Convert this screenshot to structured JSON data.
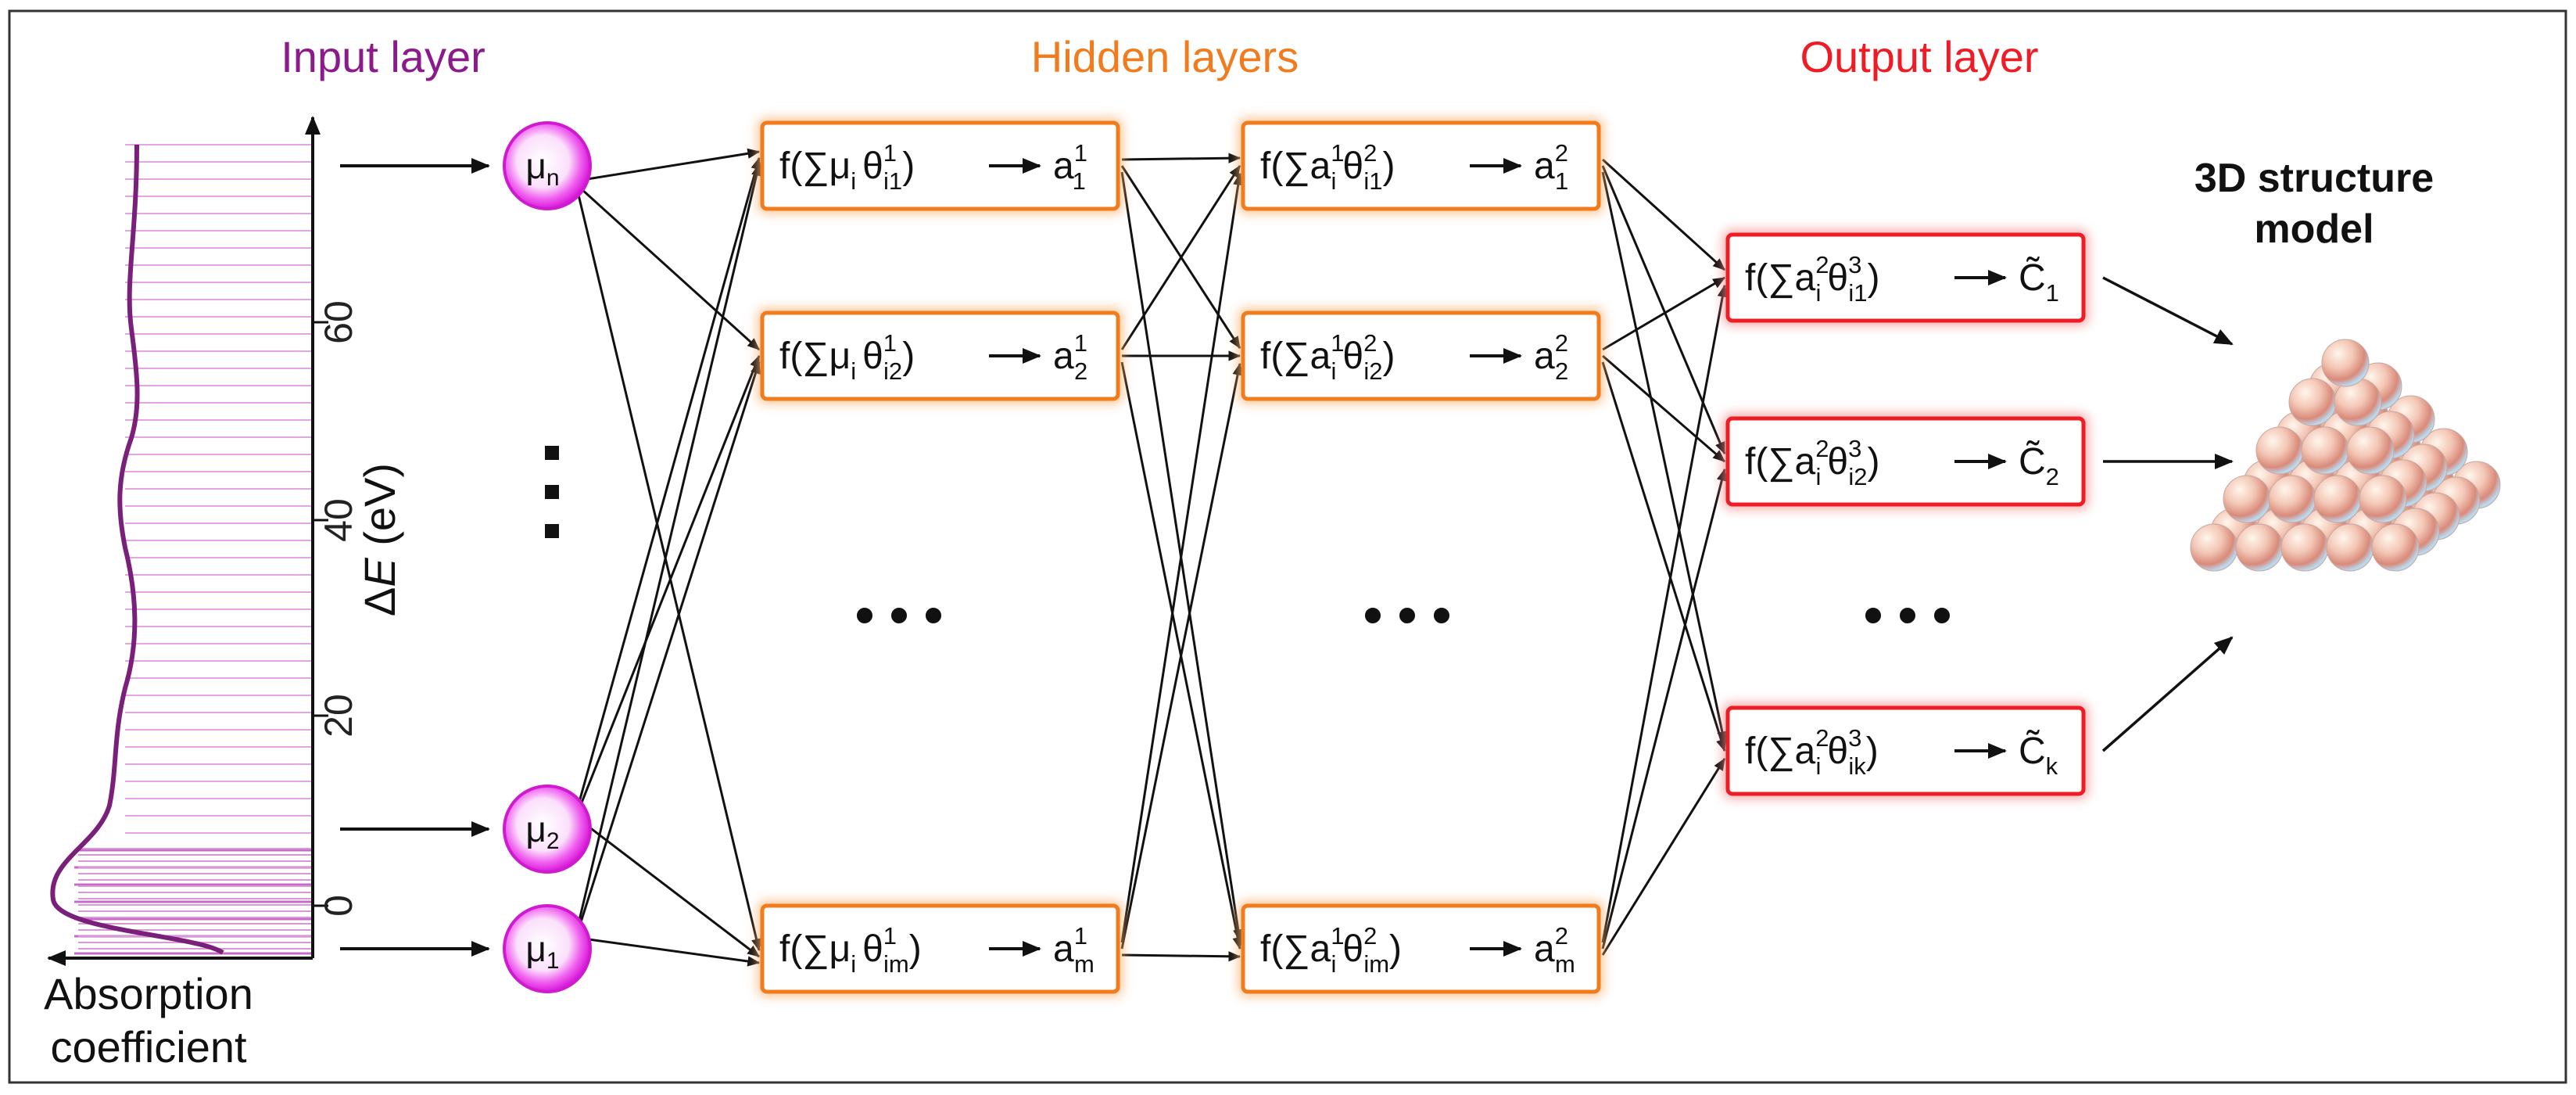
{
  "sections": {
    "input_title": "Input layer",
    "hidden_title": "Hidden layers",
    "output_title": "Output layer",
    "model_title_line1": "3D structure",
    "model_title_line2": "model"
  },
  "colors": {
    "input": "#8b1a8b",
    "hidden": "#f07c1e",
    "output": "#ee1c25",
    "node_fill": "#ee30ee",
    "spectrum": "#7a1f7a",
    "spectrum_lines": "#d98fd9"
  },
  "spectrum_axis": {
    "xlabel": "Absorption coefficient",
    "xlabel_line1": "Absorption",
    "xlabel_line2": "coefficient",
    "ylabel": "ΔE (eV)",
    "ylabel_delta": "Δ",
    "ylabel_var": "E",
    "ylabel_unit": " (eV)",
    "ticks": [
      "0",
      "20",
      "40",
      "60"
    ]
  },
  "input_nodes": [
    {
      "base": "μ",
      "sub": "n"
    },
    {
      "base": "μ",
      "sub": "2"
    },
    {
      "base": "μ",
      "sub": "1"
    }
  ],
  "ellipsis": "• • •",
  "hidden_layer_1": [
    {
      "pre": "f(∑μ",
      "i": "i",
      "theta": "θ",
      "sup": "1",
      "sub": "i1",
      "close": ")",
      "out": "a",
      "out_sup": "1",
      "out_sub": "1"
    },
    {
      "pre": "f(∑μ",
      "i": "i",
      "theta": "θ",
      "sup": "1",
      "sub": "i2",
      "close": ")",
      "out": "a",
      "out_sup": "1",
      "out_sub": "2"
    },
    {
      "pre": "f(∑μ",
      "i": "i",
      "theta": "θ",
      "sup": "1",
      "sub": "im",
      "close": ")",
      "out": "a",
      "out_sup": "1",
      "out_sub": "m"
    }
  ],
  "hidden_layer_2": [
    {
      "pre": "f(∑a",
      "i_sup": "1",
      "i": "i",
      "theta": "θ",
      "sup": "2",
      "sub": "i1",
      "close": ")",
      "out": "a",
      "out_sup": "2",
      "out_sub": "1"
    },
    {
      "pre": "f(∑a",
      "i_sup": "1",
      "i": "i",
      "theta": "θ",
      "sup": "2",
      "sub": "i2",
      "close": ")",
      "out": "a",
      "out_sup": "2",
      "out_sub": "2"
    },
    {
      "pre": "f(∑a",
      "i_sup": "1",
      "i": "i",
      "theta": "θ",
      "sup": "2",
      "sub": "im",
      "close": ")",
      "out": "a",
      "out_sup": "2",
      "out_sub": "m"
    }
  ],
  "output_layer": [
    {
      "pre": "f(∑a",
      "i_sup": "2",
      "i": "i",
      "theta": "θ",
      "sup": "3",
      "sub": "i1",
      "close": ")",
      "out": "C̃",
      "out_sub": "1"
    },
    {
      "pre": "f(∑a",
      "i_sup": "2",
      "i": "i",
      "theta": "θ",
      "sup": "3",
      "sub": "i2",
      "close": ")",
      "out": "C̃",
      "out_sub": "2"
    },
    {
      "pre": "f(∑a",
      "i_sup": "2",
      "i": "i",
      "theta": "θ",
      "sup": "3",
      "sub": "ik",
      "close": ")",
      "out": "C̃",
      "out_sub": "k"
    }
  ]
}
